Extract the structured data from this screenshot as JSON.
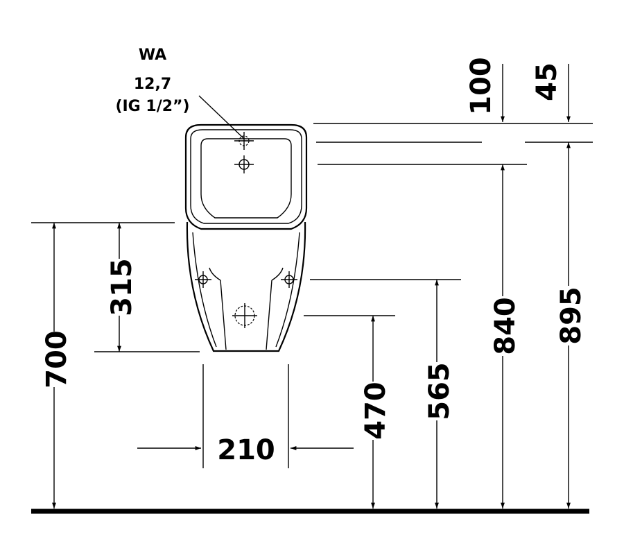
{
  "annotation": {
    "title": "WA",
    "size": "12,7",
    "thread": "(IG 1/2”)"
  },
  "dimensions": {
    "height_700": "700",
    "height_315": "315",
    "width_210": "210",
    "height_470": "470",
    "height_565": "565",
    "height_840": "840",
    "height_895": "895",
    "top_100": "100",
    "top_45": "45"
  },
  "colors": {
    "line": "#000000",
    "background": "#ffffff"
  }
}
